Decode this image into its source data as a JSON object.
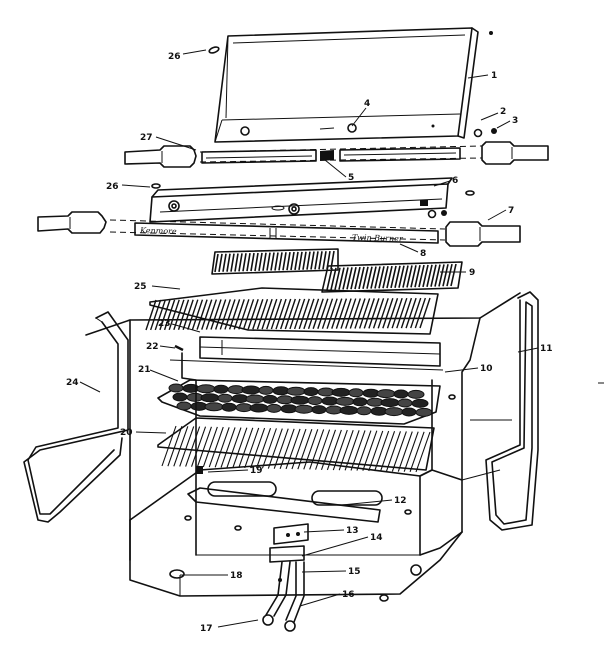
{
  "parts": [
    {
      "id": "p1",
      "label": "1"
    },
    {
      "id": "p2",
      "label": "2"
    },
    {
      "id": "p3",
      "label": "3"
    },
    {
      "id": "p4",
      "label": "4"
    },
    {
      "id": "p5",
      "label": "5"
    },
    {
      "id": "p6",
      "label": "6"
    },
    {
      "id": "p7",
      "label": "7"
    },
    {
      "id": "p8",
      "label": "8"
    },
    {
      "id": "p9",
      "label": "9"
    },
    {
      "id": "p10",
      "label": "10"
    },
    {
      "id": "p11",
      "label": "11"
    },
    {
      "id": "p12",
      "label": "12"
    },
    {
      "id": "p13",
      "label": "13"
    },
    {
      "id": "p14",
      "label": "14"
    },
    {
      "id": "p15",
      "label": "15"
    },
    {
      "id": "p16",
      "label": "16"
    },
    {
      "id": "p17",
      "label": "17"
    },
    {
      "id": "p18",
      "label": "18"
    },
    {
      "id": "p19",
      "label": "19"
    },
    {
      "id": "p20",
      "label": "20"
    },
    {
      "id": "p21",
      "label": "21"
    },
    {
      "id": "p22",
      "label": "22"
    },
    {
      "id": "p23",
      "label": "23"
    },
    {
      "id": "p24",
      "label": "24"
    },
    {
      "id": "p25",
      "label": "25"
    },
    {
      "id": "p26a",
      "label": "26"
    },
    {
      "id": "p26b",
      "label": "26"
    },
    {
      "id": "p27",
      "label": "27"
    }
  ],
  "brand_text": "Kenmore",
  "model_text": "Twin Burner"
}
